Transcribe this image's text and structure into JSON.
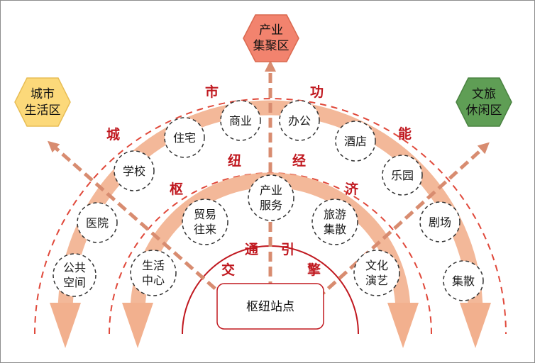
{
  "zones": {
    "industry": {
      "line1": "产业",
      "line2": "集聚区",
      "color": "#f2836e"
    },
    "city": {
      "line1": "城市",
      "line2": "生活区",
      "color": "#fcd97a"
    },
    "tourism": {
      "line1": "文旅",
      "line2": "休闲区",
      "color": "#5f9e55"
    }
  },
  "hub": {
    "label": "枢纽站点"
  },
  "ring_labels": {
    "inner": [
      "交",
      "通",
      "引",
      "擎"
    ],
    "middle": [
      "枢",
      "纽",
      "经",
      "济"
    ],
    "outer": [
      "城",
      "市",
      "功",
      "能"
    ]
  },
  "middle_nodes": [
    {
      "line1": "生活",
      "line2": "中心"
    },
    {
      "line1": "贸易",
      "line2": "往来"
    },
    {
      "line1": "产业",
      "line2": "服务"
    },
    {
      "line1": "旅游",
      "line2": "集散"
    },
    {
      "line1": "文化",
      "line2": "演艺"
    }
  ],
  "outer_nodes": [
    {
      "line1": "公共",
      "line2": "空间"
    },
    {
      "line1": "医院",
      "line2": ""
    },
    {
      "line1": "学校",
      "line2": ""
    },
    {
      "line1": "住宅",
      "line2": ""
    },
    {
      "line1": "商业",
      "line2": ""
    },
    {
      "line1": "办公",
      "line2": ""
    },
    {
      "line1": "酒店",
      "line2": ""
    },
    {
      "line1": "乐园",
      "line2": ""
    },
    {
      "line1": "剧场",
      "line2": ""
    },
    {
      "line1": "集散",
      "line2": ""
    }
  ],
  "colors": {
    "band": "#f2b08e",
    "arrow": "#d88c70",
    "dash_red": "#e0483a",
    "ring_text": "#c0181f",
    "inner_arc": "#c0181f"
  }
}
